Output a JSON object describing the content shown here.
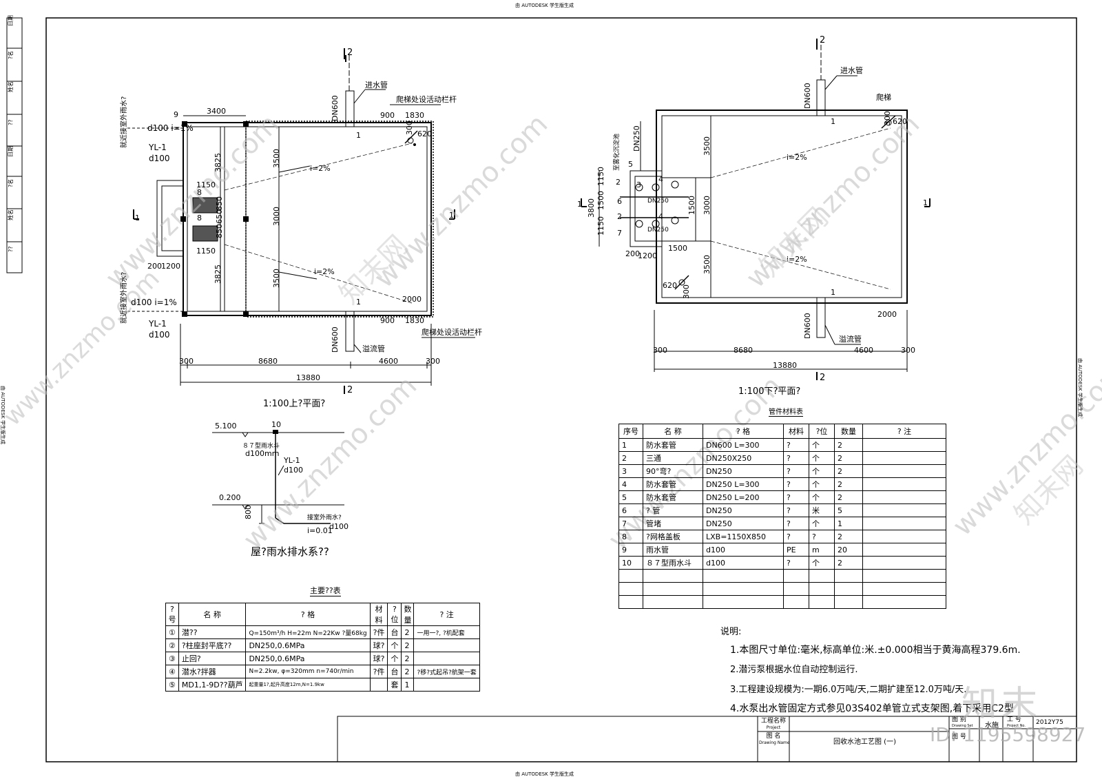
{
  "header": {
    "autodesk_top": "由 AUTODESK 学生版生成",
    "autodesk_bottom": "由 AUTODESK 学生版生成",
    "autodesk_side": "由 AUTODESK 学生版生成"
  },
  "left_strip": [
    "日期",
    "?名",
    "姓名",
    "?? ",
    "日期",
    "?名",
    "姓名",
    "??"
  ],
  "upper_plan": {
    "title": "1:100上?平面?",
    "section_mark_2": "2",
    "section_mark_1": "1",
    "dims_top": [
      "3400"
    ],
    "dims_bottom": [
      "300",
      "8680",
      "4600",
      "300",
      "13880"
    ],
    "dims_left": [
      "3825",
      "3825"
    ],
    "dims_inner": [
      "1150",
      "1150",
      "850",
      "650",
      "850",
      "200",
      "1200"
    ],
    "dims_right": [
      "3500",
      "3000",
      "3500",
      "900",
      "1830",
      "900",
      "1830",
      "2000",
      "300",
      "620"
    ],
    "labels": {
      "inlet_pipe": "进水管",
      "inlet_dn": "DN600",
      "ladder_top": "爬梯处设活动栏杆",
      "ladder_bottom": "爬梯处设活动栏杆",
      "overflow": "溢流管",
      "outlet_dn": "DN600",
      "slope1": "i=2%",
      "slope2": "i=2%",
      "rain_top_a": "就近接室外雨水?",
      "rain_top_b": "d100  i=1%",
      "rain_top_c": "YL-1",
      "rain_top_d": "d100",
      "rain_bot_a": "就近接室外雨水?",
      "rain_bot_b": "d100  i=1%",
      "rain_bot_c": "YL-1",
      "rain_bot_d": "d100",
      "n9": "9",
      "n8a": "8",
      "n8b": "8",
      "n1a": "1",
      "n1b": "1"
    }
  },
  "lower_plan": {
    "title": "1:100下?平面?",
    "section_mark_2": "2",
    "section_mark_1": "1",
    "dims_bottom": [
      "300",
      "8680",
      "4600",
      "300",
      "13880"
    ],
    "dims_left": [
      "3800",
      "1150",
      "1500",
      "1150",
      "200",
      "1200",
      "1500"
    ],
    "dims_center": [
      "3500",
      "3000",
      "3500",
      "1500",
      "2000",
      "300",
      "620",
      "300",
      "620"
    ],
    "labels": {
      "inlet_pipe": "进水管",
      "inlet_dn": "DN600",
      "ladder": "爬梯",
      "overflow": "溢流管",
      "outlet_dn": "DN600",
      "dn250_v": "DN250",
      "discharge": "至雾化沉淀池",
      "dn250_a": "DN250",
      "dn250_b": "DN250",
      "slope1": "i=2%",
      "slope2": "i=2%",
      "nums": [
        "5",
        "2",
        "3",
        "4",
        "6",
        "2",
        "4",
        "7",
        "1",
        "1"
      ]
    }
  },
  "rain_system": {
    "title": "屋?雨水排水系??",
    "elev_top": "5.100",
    "elev_mid": "0.200",
    "num": "10",
    "funnel": "８７型雨水斗",
    "funnel_size": "d100mm",
    "riser": "YL-1",
    "riser_d": "d100",
    "drop": "800",
    "outlet": "接室外雨水?",
    "outlet_slope": "i=0.01",
    "outlet_d": "d100"
  },
  "equipment_table": {
    "title": "主要??表",
    "headers": [
      "?号",
      "名        称",
      "?        格",
      "材料",
      "?位",
      "数量",
      "?        注"
    ],
    "rows": [
      [
        "①",
        "潜??",
        "Q=150m³/h H=22m N=22Kw ?量68kg",
        "?件",
        "台",
        "2",
        "一用一?, ?机配套"
      ],
      [
        "②",
        "?柱座封平底??",
        "DN250,0.6MPa",
        "球?",
        "个",
        "2",
        ""
      ],
      [
        "③",
        "止回?",
        "DN250,0.6MPa",
        "球?",
        "个",
        "2",
        ""
      ],
      [
        "④",
        "潜水?拌器",
        "N=2.2kw, φ=320mm n=740r/min",
        "?件",
        "台",
        "2",
        "?移?式起吊?航架一套"
      ],
      [
        "⑤",
        "MD1,1-9D??葫芦",
        "起重量1?,起升高度12m,N=1.9kw",
        "",
        "套",
        "1",
        ""
      ]
    ]
  },
  "pipe_table": {
    "title": "管件材料表",
    "headers": [
      "序号",
      "名        称",
      "?        格",
      "材料",
      "?位",
      "数量",
      "?        注"
    ],
    "rows": [
      [
        "1",
        "防水套管",
        "DN600    L=300",
        "?",
        "个",
        "2",
        ""
      ],
      [
        "2",
        "三通",
        "DN250X250",
        "?",
        "个",
        "2",
        ""
      ],
      [
        "3",
        "90°弯?",
        "DN250",
        "?",
        "个",
        "2",
        ""
      ],
      [
        "4",
        "防水套管",
        "DN250    L=300",
        "?",
        "个",
        "2",
        ""
      ],
      [
        "5",
        "防水套管",
        "DN250    L=200",
        "?",
        "个",
        "2",
        ""
      ],
      [
        "6",
        "?    管",
        "DN250",
        "?",
        "米",
        "5",
        ""
      ],
      [
        "7",
        "管堵",
        "DN250",
        "?",
        "个",
        "1",
        ""
      ],
      [
        "8",
        "?网格盖板",
        "LXB=1150X850",
        "?",
        "?",
        "2",
        ""
      ],
      [
        "9",
        "雨水管",
        "d100",
        "PE",
        "m",
        "20",
        ""
      ],
      [
        "10",
        "８７型雨水斗",
        "d100",
        "?",
        "个",
        "2",
        ""
      ],
      [
        "",
        "",
        "",
        "",
        "",
        "",
        ""
      ],
      [
        "",
        "",
        "",
        "",
        "",
        "",
        ""
      ],
      [
        "",
        "",
        "",
        "",
        "",
        "",
        ""
      ]
    ]
  },
  "notes": {
    "heading": "说明:",
    "items": [
      "1.本图尺寸单位:毫米,标高单位:米.±0.000相当于黄海高程379.6m.",
      "2.潜污泵根据水位自动控制运行.",
      "3.工程建设规模为:一期6.0万吨/天,二期扩建至12.0万吨/天.",
      "4.水泵出水管固定方式参见03S402单管立式支架图,着下采用C2型"
    ]
  },
  "title_block": {
    "project_label": "工程名称",
    "project_label_en": "Project",
    "drawing_label": "图  名",
    "drawing_label_en": "Drawing Name",
    "drawing_name": "回收水池工艺图 (一)",
    "set_label": "图  别",
    "set_label_en": "Drawing Set",
    "set_value": "水施",
    "no_label": "工  号",
    "no_label_en": "Project No.",
    "no_value": "2012Y75",
    "sheet_label": "图  号"
  },
  "watermark": {
    "text": "www.znzmo.com",
    "brand": "知末网",
    "logo": "知末",
    "id": "ID: 1195598927"
  }
}
